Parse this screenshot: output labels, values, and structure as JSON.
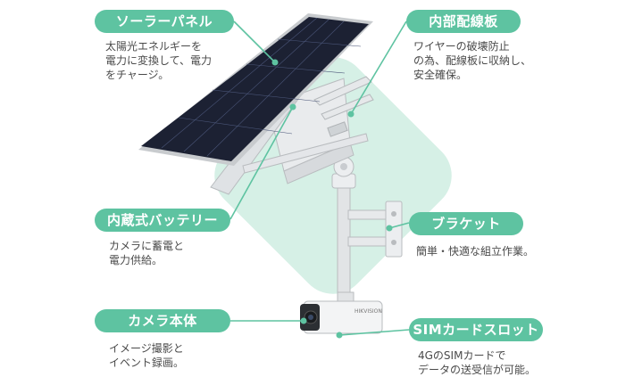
{
  "colors": {
    "accent": "#5ec3a1",
    "accent_light": "#d6f0e6",
    "text": "#4a4a4a"
  },
  "callouts": {
    "solar": {
      "title": "ソーラーパネル",
      "desc": "太陽光エネルギーを\n電力に変換して、電力\nをチャージ。"
    },
    "wiring": {
      "title": "内部配線板",
      "desc": "ワイヤーの破壊防止\nの為、配線板に収納し、\n安全確保。"
    },
    "battery": {
      "title": "内蔵式バッテリー",
      "desc": "カメラに蓄電と\n電力供給。"
    },
    "bracket": {
      "title": "ブラケット",
      "desc": "簡単・快適な組立作業。"
    },
    "camera": {
      "title": "カメラ本体",
      "desc": "イメージ撮影と\nイベント録画。"
    },
    "sim": {
      "title": "SIMカードスロット",
      "desc": "4GのSIMカードで\nデータの送受信が可能。"
    }
  },
  "device": {
    "brand_text": "HIKVISION"
  }
}
